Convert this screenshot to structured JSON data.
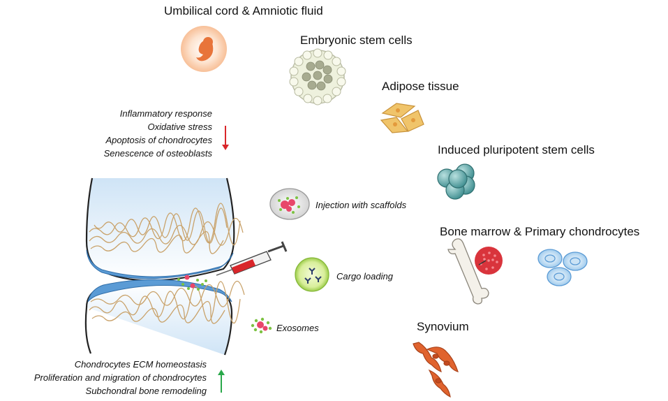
{
  "sources": {
    "umbilical": "Umbilical cord & Amniotic fluid",
    "embryonic": "Embryonic stem cells",
    "adipose": "Adipose tissue",
    "ipsc": "Induced pluripotent stem cells",
    "bone_marrow": "Bone marrow & Primary chondrocytes",
    "synovium": "Synovium"
  },
  "delivery": {
    "scaffolds": "Injection with scaffolds",
    "cargo": "Cargo loading",
    "exosomes": "Exosomes"
  },
  "decrease_effects": [
    "Inflammatory response",
    "Oxidative stress",
    "Apoptosis of chondrocytes",
    "Senescence of osteoblasts"
  ],
  "increase_effects": [
    "Chondrocytes ECM homeostasis",
    "Proliferation and migration of chondrocytes",
    "Subchondral bone remodeling"
  ],
  "colors": {
    "decrease_arrow": "#d9262a",
    "increase_arrow": "#2aa84a",
    "cartilage_blue": "#5b9bd5",
    "exosome_green": "#7cc242",
    "exosome_red": "#e8476a",
    "ipsc_teal": "#5fa7a8",
    "synovium_orange": "#e0632e",
    "adipose_yellow": "#f0c46a"
  }
}
